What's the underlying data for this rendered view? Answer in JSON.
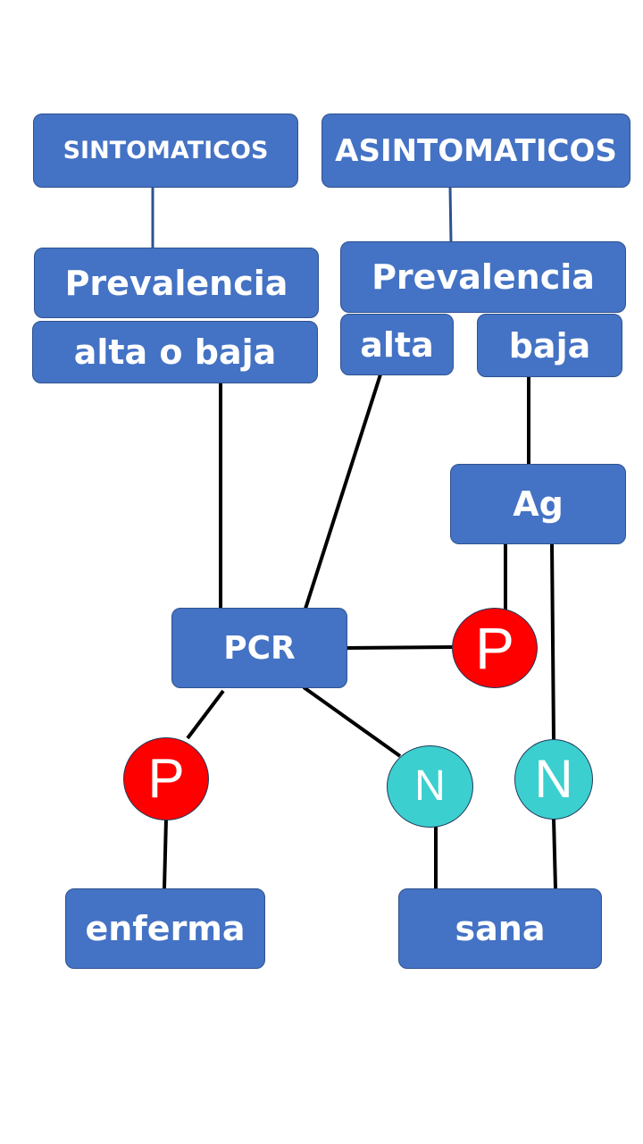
{
  "colors": {
    "box_fill": "#4472c4",
    "box_border": "#2f528f",
    "positive_fill": "#ff0000",
    "negative_fill": "#3ccfcf",
    "connector_dark": "#000000",
    "connector_blue": "#2f528f"
  },
  "headers": {
    "symptomatic": "SINTOMATICOS",
    "asymptomatic": "ASINTOMATICOS"
  },
  "symptomatic_branch": {
    "prevalence": "Prevalencia",
    "level": "alta o baja"
  },
  "asymptomatic_branch": {
    "prevalence": "Prevalencia",
    "high": "alta",
    "low": "baja"
  },
  "tests": {
    "antigen": "Ag",
    "pcr": "PCR"
  },
  "results": {
    "antigen_positive": "P",
    "antigen_negative": "N",
    "pcr_positive": "P",
    "pcr_negative": "N"
  },
  "outcomes": {
    "sick": "enferma",
    "healthy": "sana"
  }
}
